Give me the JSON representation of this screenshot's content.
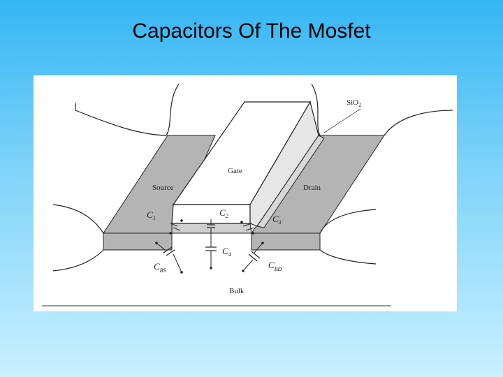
{
  "slide": {
    "title": "Capacitors Of The Mosfet"
  },
  "diagram": {
    "labels": {
      "sio2": "SiO",
      "sio2_sub": "2",
      "gate": "Gate",
      "source": "Source",
      "drain": "Drain",
      "bulk": "Bulk",
      "c1": "C",
      "c1_sub": "1",
      "c2": "C",
      "c2_sub": "2",
      "c3": "C",
      "c3_sub": "3",
      "c4": "C",
      "c4_sub": "4",
      "cbs": "C",
      "cbs_sub": "BS",
      "cbd": "C",
      "cbd_sub": "BD"
    },
    "colors": {
      "diffusion": "#b4b4b4",
      "oxide": "#cfcfcf",
      "gate_fill": "#ffffff",
      "outline": "#222222"
    }
  }
}
